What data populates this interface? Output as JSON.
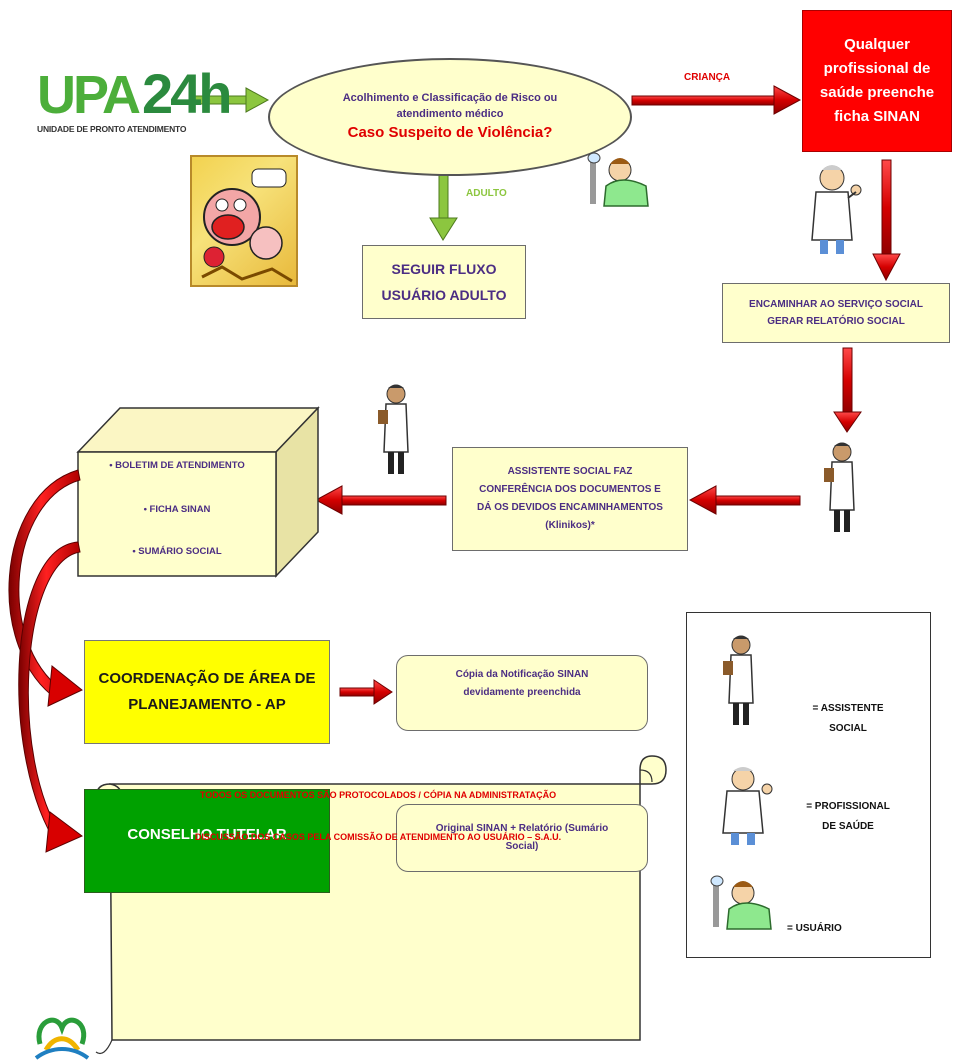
{
  "logo": {
    "upa": "UPA",
    "hours": "24h",
    "subtitle": "UNIDADE DE PRONTO ATENDIMENTO"
  },
  "ellipse": {
    "line1": "Acolhimento e Classificação de Risco ou",
    "line2": "atendimento médico",
    "question": "Caso Suspeito de Violência?"
  },
  "labels": {
    "crianca": "CRIANÇA",
    "adulto": "ADULTO"
  },
  "red_box": {
    "lines": [
      "Qualquer",
      "profissional de",
      "saúde preenche",
      "ficha SINAN"
    ]
  },
  "adult_box": {
    "lines": [
      "SEGUIR FLUXO",
      "USUÁRIO ADULTO"
    ]
  },
  "social_box": {
    "lines": [
      "ENCAMINHAR AO SERVIÇO SOCIAL",
      "GERAR RELATÓRIO SOCIAL"
    ]
  },
  "assistant_box": {
    "lines": [
      "ASSISTENTE SOCIAL FAZ",
      "CONFERÊNCIA DOS DOCUMENTOS E",
      "DÁ OS DEVIDOS ENCAMINHAMENTOS",
      "(Klinikos)*"
    ]
  },
  "cube": {
    "items": [
      "• BOLETIM DE ATENDIMENTO",
      "• FICHA SINAN",
      "• SUMÁRIO SOCIAL"
    ]
  },
  "coord_box": {
    "lines": [
      "COORDENAÇÃO DE ÁREA DE",
      "PLANEJAMENTO - AP"
    ]
  },
  "copy_box": {
    "lines": [
      "Cópia da Notificação SINAN",
      "devidamente preenchida"
    ]
  },
  "conselho_box": {
    "label": "CONSELHO TUTELAR"
  },
  "original_box": {
    "lines": [
      "Original SINAN + Relatório (Sumário",
      "Social)"
    ]
  },
  "legend": {
    "assistente": [
      "= ASSISTENTE",
      "SOCIAL"
    ],
    "profissional": [
      "= PROFISSIONAL",
      "DE SAÚDE"
    ],
    "usuario": "= USUÁRIO"
  },
  "scroll": {
    "line1": "TODOS OS DOCUMENTOS SÃO PROTOCOLADOS / CÓPIA NA ADMINISTRATAÇÃO",
    "line2": "DISCUSSÃO DOS CASOS PELA COMISSÃO DE ATENDIMENTO AO USUÁRIO – S.A.U."
  },
  "colors": {
    "red": "#ff0000",
    "yellow": "#ffff00",
    "green": "#00a100",
    "cream": "#ffffcc",
    "purple_text": "#4b2d83",
    "arrow_green": "#8cc63f",
    "arrow_red": "#e00000"
  }
}
